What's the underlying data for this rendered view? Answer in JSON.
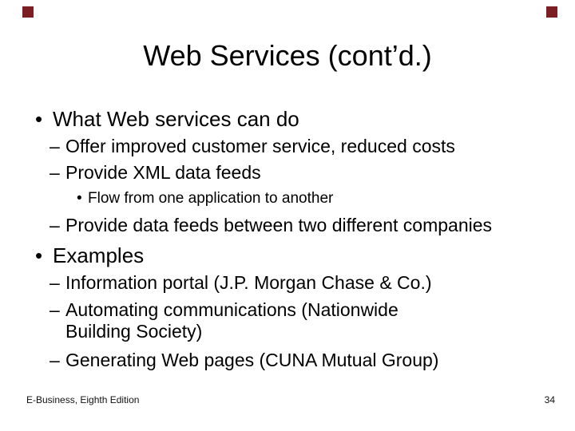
{
  "slide": {
    "title": "Web Services (cont’d.)",
    "decoration": {
      "corner_color": "#7b1f24"
    },
    "content": [
      {
        "level": 1,
        "marker": "•",
        "text": "What Web services can do"
      },
      {
        "level": 2,
        "marker": "–",
        "text": "Offer improved customer service, reduced costs"
      },
      {
        "level": 2,
        "marker": "–",
        "text": "Provide XML data feeds"
      },
      {
        "level": 3,
        "marker": "•",
        "text": "Flow from one application to another"
      },
      {
        "level": 2,
        "marker": "–",
        "text": "Provide data feeds between two different companies"
      },
      {
        "level": 1,
        "marker": "•",
        "text": "Examples"
      },
      {
        "level": 2,
        "marker": "–",
        "text": "Information portal (J.P. Morgan Chase & Co.)"
      },
      {
        "level": 2,
        "marker": "–",
        "text": "Automating communications (Nationwide Building Society)"
      },
      {
        "level": 2,
        "marker": "–",
        "text": "Generating Web pages (CUNA Mutual Group)"
      }
    ],
    "footer": {
      "left": "E-Business, Eighth Edition",
      "page_number": "34"
    }
  }
}
